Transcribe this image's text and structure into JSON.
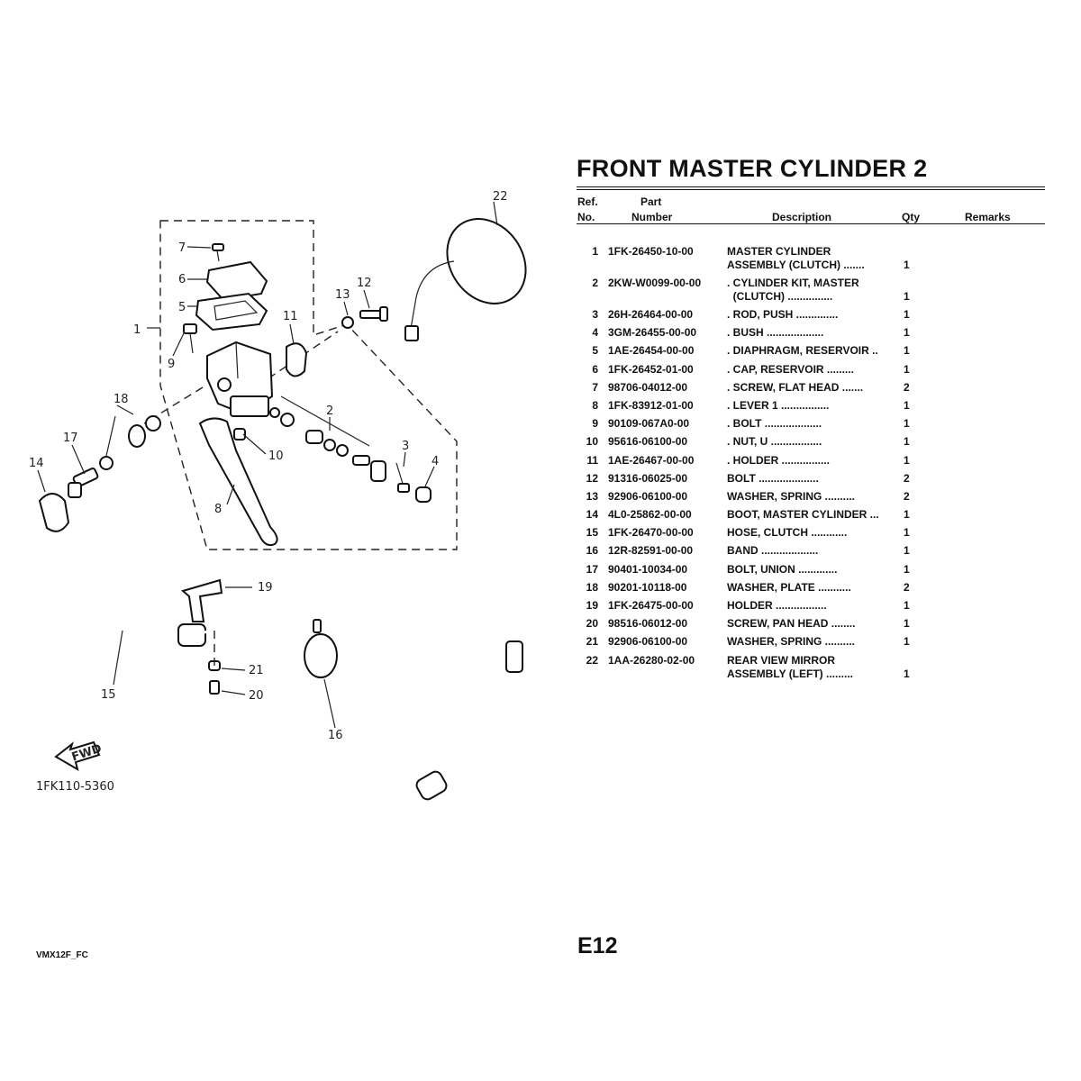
{
  "header": {
    "title": "FRONT MASTER CYLINDER 2",
    "col_ref_1": "Ref.",
    "col_ref_2": "No.",
    "col_part_1": "Part",
    "col_part_2": "Number",
    "col_desc": "Description",
    "col_qty": "Qty",
    "col_remarks": "Remarks"
  },
  "parts": [
    {
      "ref": "1",
      "part": "1FK-26450-10-00",
      "desc": [
        "MASTER CYLINDER",
        "ASSEMBLY (CLUTCH) ......."
      ],
      "qty": "1"
    },
    {
      "ref": "2",
      "part": "2KW-W0099-00-00",
      "desc": [
        ". CYLINDER KIT, MASTER",
        "  (CLUTCH) ..............."
      ],
      "qty": "1"
    },
    {
      "ref": "3",
      "part": "26H-26464-00-00",
      "desc": [
        ". ROD, PUSH .............."
      ],
      "qty": "1"
    },
    {
      "ref": "4",
      "part": "3GM-26455-00-00",
      "desc": [
        ". BUSH ..................."
      ],
      "qty": "1"
    },
    {
      "ref": "5",
      "part": "1AE-26454-00-00",
      "desc": [
        ". DIAPHRAGM, RESERVOIR .."
      ],
      "qty": "1"
    },
    {
      "ref": "6",
      "part": "1FK-26452-01-00",
      "desc": [
        ". CAP, RESERVOIR ........."
      ],
      "qty": "1"
    },
    {
      "ref": "7",
      "part": "98706-04012-00",
      "desc": [
        ". SCREW, FLAT HEAD ......."
      ],
      "qty": "2"
    },
    {
      "ref": "8",
      "part": "1FK-83912-01-00",
      "desc": [
        ". LEVER 1 ................"
      ],
      "qty": "1"
    },
    {
      "ref": "9",
      "part": "90109-067A0-00",
      "desc": [
        ". BOLT ..................."
      ],
      "qty": "1"
    },
    {
      "ref": "10",
      "part": "95616-06100-00",
      "desc": [
        ". NUT, U ................."
      ],
      "qty": "1"
    },
    {
      "ref": "11",
      "part": "1AE-26467-00-00",
      "desc": [
        ". HOLDER ................"
      ],
      "qty": "1"
    },
    {
      "ref": "12",
      "part": "91316-06025-00",
      "desc": [
        "BOLT ...................."
      ],
      "qty": "2"
    },
    {
      "ref": "13",
      "part": "92906-06100-00",
      "desc": [
        "WASHER, SPRING .........."
      ],
      "qty": "2"
    },
    {
      "ref": "14",
      "part": "4L0-25862-00-00",
      "desc": [
        "BOOT, MASTER CYLINDER ..."
      ],
      "qty": "1"
    },
    {
      "ref": "15",
      "part": "1FK-26470-00-00",
      "desc": [
        "HOSE, CLUTCH ............"
      ],
      "qty": "1"
    },
    {
      "ref": "16",
      "part": "12R-82591-00-00",
      "desc": [
        "BAND ..................."
      ],
      "qty": "1"
    },
    {
      "ref": "17",
      "part": "90401-10034-00",
      "desc": [
        "BOLT, UNION ............."
      ],
      "qty": "1"
    },
    {
      "ref": "18",
      "part": "90201-10118-00",
      "desc": [
        "WASHER, PLATE ..........."
      ],
      "qty": "2"
    },
    {
      "ref": "19",
      "part": "1FK-26475-00-00",
      "desc": [
        "HOLDER ................."
      ],
      "qty": "1"
    },
    {
      "ref": "20",
      "part": "98516-06012-00",
      "desc": [
        "SCREW, PAN HEAD ........"
      ],
      "qty": "1"
    },
    {
      "ref": "21",
      "part": "92906-06100-00",
      "desc": [
        "WASHER, SPRING .........."
      ],
      "qty": "1"
    },
    {
      "ref": "22",
      "part": "1AA-26280-02-00",
      "desc": [
        "REAR VIEW MIRROR",
        "ASSEMBLY (LEFT) ........."
      ],
      "qty": "1"
    }
  ],
  "diagram": {
    "labels": {
      "l1": "1",
      "l2": "2",
      "l3": "3",
      "l4": "4",
      "l5": "5",
      "l6": "6",
      "l7": "7",
      "l8": "8",
      "l9": "9",
      "l10": "10",
      "l11": "11",
      "l12": "12",
      "l13": "13",
      "l14": "14",
      "l15": "15",
      "l16": "16",
      "l17": "17",
      "l18": "18",
      "l19": "19",
      "l20": "20",
      "l21": "21",
      "l22": "22"
    },
    "fwd": "FWD",
    "drawing_code": "1FK110-5360"
  },
  "footer": {
    "page_code": "E12",
    "doc_code": "VMX12F_FC"
  }
}
